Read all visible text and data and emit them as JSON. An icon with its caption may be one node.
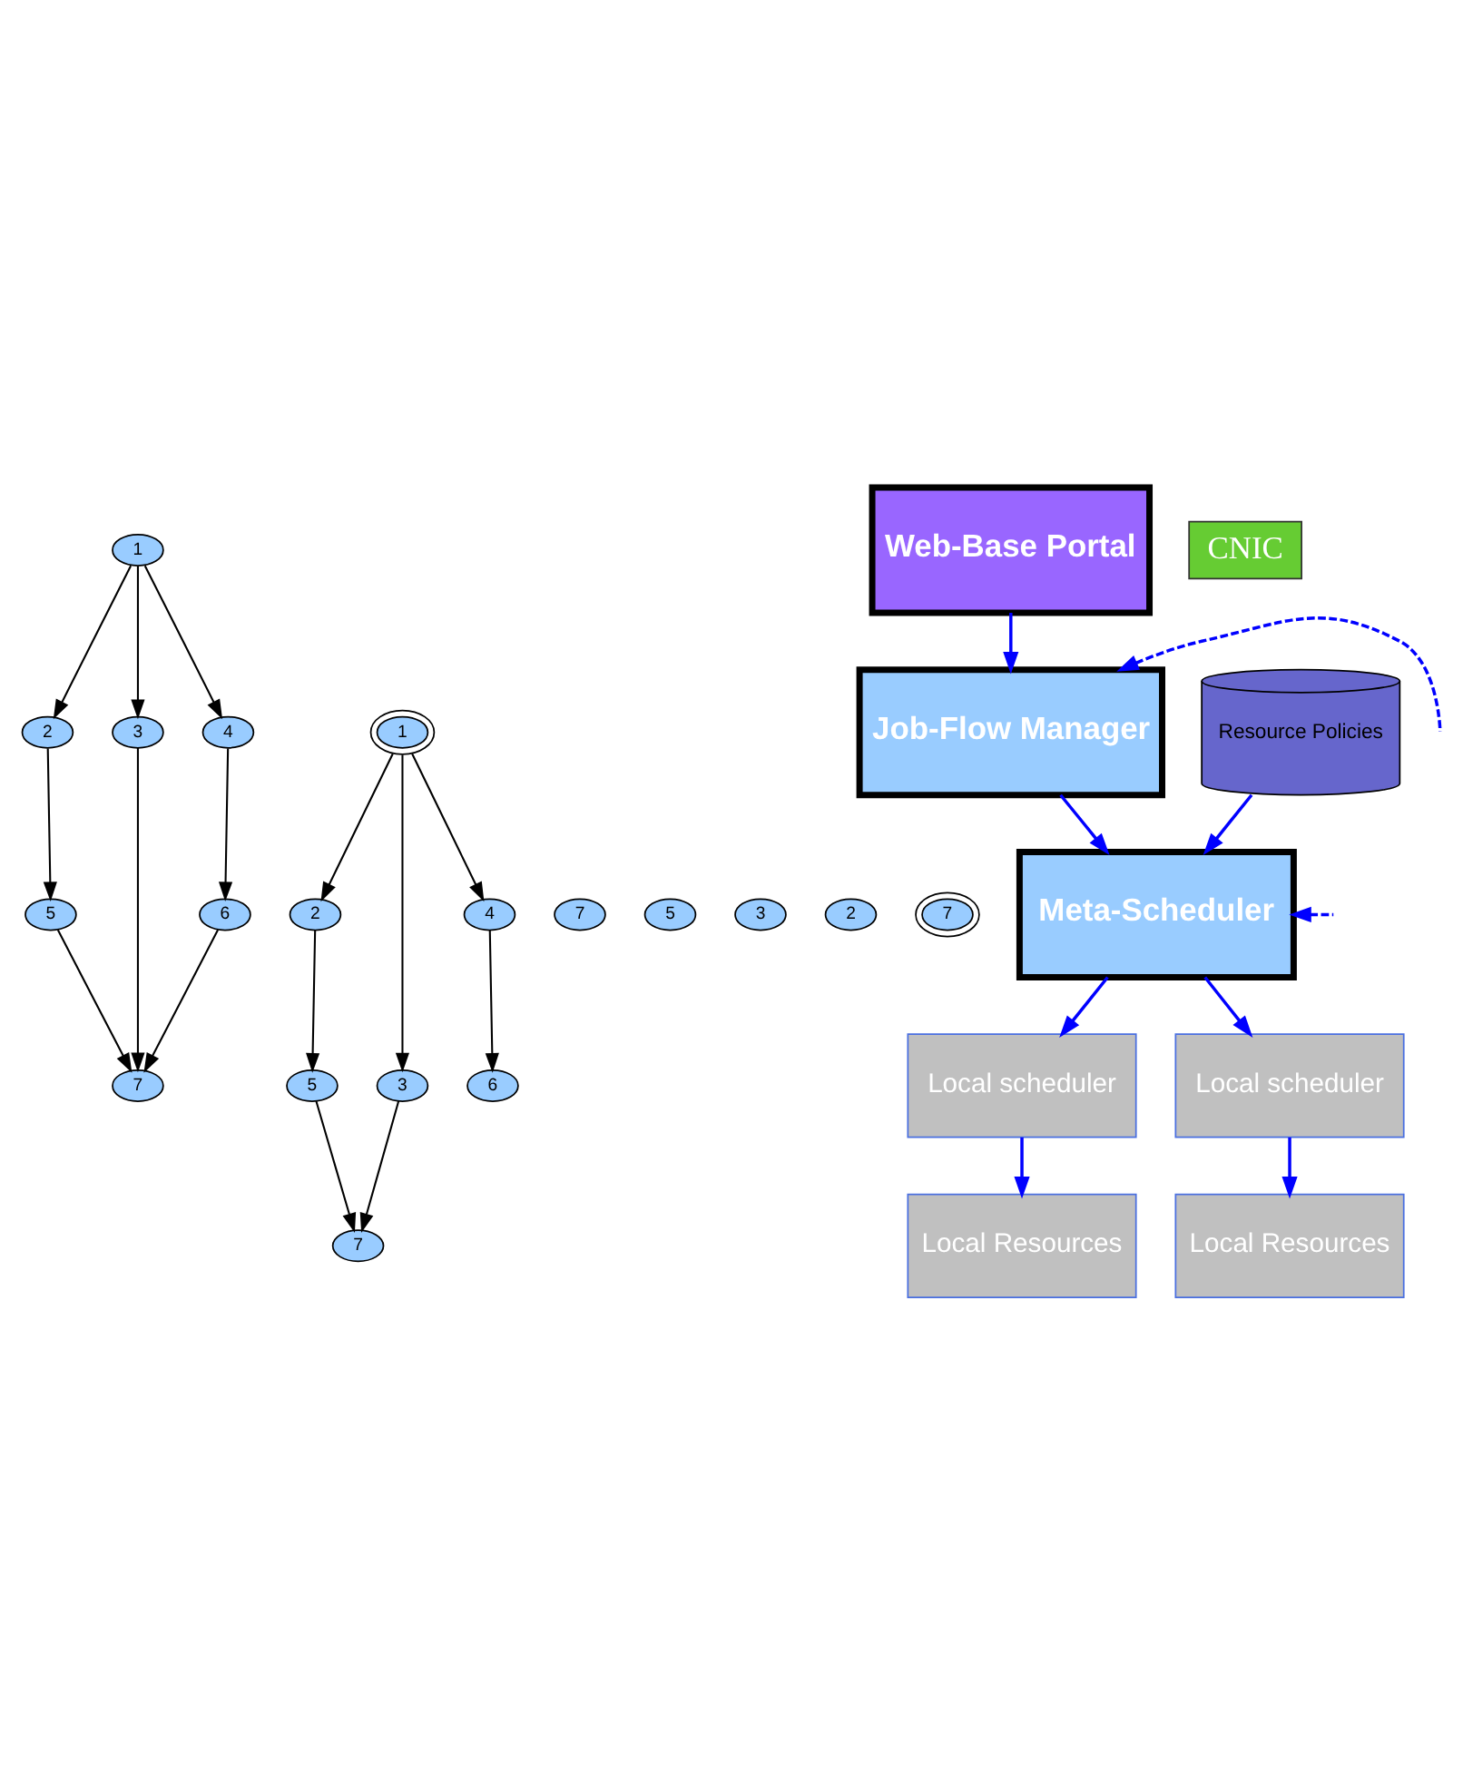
{
  "diagram": {
    "nodes": [
      {
        "text": [
          "Web-Base Portal"
        ]
      },
      {
        "text": [
          "Job-Flow Manager"
        ]
      },
      {
        "text": [
          "Meta-Scheduler"
        ]
      },
      {
        "text": [
          "Local scheduler"
        ]
      },
      {
        "text": [
          "Local scheduler"
        ]
      },
      {
        "text": [
          "Resource Policies"
        ]
      },
      {
        "text": [
          "Local Resources"
        ]
      },
      {
        "text": [
          "Local Resources"
        ]
      },
      {
        "text": [
          "1"
        ]
      },
      {
        "text": [
          "2"
        ]
      },
      {
        "text": [
          "3"
        ]
      },
      {
        "text": [
          "4"
        ]
      },
      {
        "text": [
          "5"
        ]
      },
      {
        "text": [
          "6"
        ]
      },
      {
        "text": [
          "7"
        ]
      },
      {
        "text": [
          "1"
        ]
      },
      {
        "text": [
          "2"
        ]
      },
      {
        "text": [
          "3"
        ]
      },
      {
        "text": [
          "4"
        ]
      },
      {
        "text": [
          "5"
        ]
      },
      {
        "text": [
          "6"
        ]
      },
      {
        "text": [
          "7"
        ]
      },
      {
        "text": [
          "7"
        ]
      },
      {
        "text": [
          "5"
        ]
      },
      {
        "text": [
          "3"
        ]
      },
      {
        "text": [
          "2"
        ]
      },
      {
        "text": [
          "7"
        ]
      }
    ],
    "edges": [
      {
        "from": 0,
        "to": 1,
        "arrow": "to",
        "color": "#0000ff"
      },
      {
        "from": 1,
        "to": 2,
        "arrow": "to",
        "color": "#0000ff"
      },
      {
        "from": 2,
        "to": 3,
        "arrow": "to",
        "color": "#0000ff"
      },
      {
        "from": 2,
        "to": 4,
        "arrow": "to",
        "color": "#0000ff"
      },
      {
        "from": 5,
        "to": 2,
        "arrow": "to",
        "color": "#0000ff"
      },
      {
        "from": 3,
        "to": 6,
        "arrow": "to",
        "color": "#0000ff"
      },
      {
        "from": 4,
        "to": 7,
        "arrow": "to",
        "color": "#0000ff"
      },
      {
        "from": null,
        "to": 1,
        "arrow": "to",
        "style": "dashed",
        "color": "#0000ff"
      },
      {
        "from": null,
        "to": 2,
        "arrow": "to",
        "style": "dashed",
        "color": "#0000ff"
      },
      {
        "from": 8,
        "to": 9,
        "arrow": "to",
        "color": "#000000"
      },
      {
        "from": 8,
        "to": 10,
        "arrow": "to",
        "color": "#000000"
      },
      {
        "from": 8,
        "to": 11,
        "arrow": "to",
        "color": "#000000"
      },
      {
        "from": 9,
        "to": 12,
        "arrow": "to",
        "color": "#000000"
      },
      {
        "from": 10,
        "to": 14,
        "arrow": "to",
        "color": "#000000"
      },
      {
        "from": 11,
        "to": 13,
        "arrow": "to",
        "color": "#000000"
      },
      {
        "from": 12,
        "to": 14,
        "arrow": "to",
        "color": "#000000"
      },
      {
        "from": 13,
        "to": 14,
        "arrow": "to",
        "color": "#000000"
      },
      {
        "from": 15,
        "to": 16,
        "arrow": "to",
        "color": "#000000"
      },
      {
        "from": 15,
        "to": 17,
        "arrow": "to",
        "color": "#000000"
      },
      {
        "from": 15,
        "to": 18,
        "arrow": "to",
        "color": "#000000"
      },
      {
        "from": 16,
        "to": 19,
        "arrow": "to",
        "color": "#000000"
      },
      {
        "from": 17,
        "to": 21,
        "arrow": "to",
        "color": "#000000"
      },
      {
        "from": 18,
        "to": 20,
        "arrow": "to",
        "color": "#000000"
      },
      {
        "from": 19,
        "to": 21,
        "arrow": "to",
        "color": "#000000"
      }
    ],
    "labels": [
      "CNIC"
    ]
  }
}
